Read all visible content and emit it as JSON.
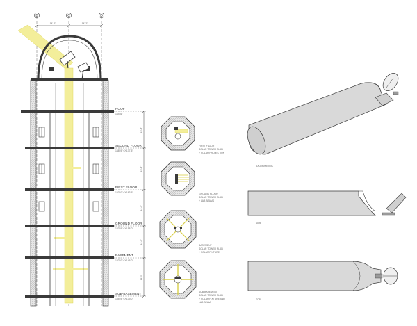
{
  "grid_markers": [
    "B",
    "C",
    "D"
  ],
  "dimensions": {
    "top_left": "14'-2\"",
    "top_right": "14'-2\"",
    "roof_to_second": "15'-9\"",
    "second_to_first": "15'-8\"",
    "first_to_ground": "11'-0\"",
    "ground_to_basement": "11'-0\"",
    "basement_to_sub": "11'-0\""
  },
  "levels": [
    {
      "name": "ROOF",
      "elev": "164'-6\""
    },
    {
      "name": "SECOND FLOOR",
      "elev": "148'-9\" C+177.5'"
    },
    {
      "name": "FIRST FLOOR",
      "elev": "153'-0\" C+163.5'"
    },
    {
      "name": "GROUND FLOOR",
      "elev": "143'-9\" C+158.0'"
    },
    {
      "name": "BASEMENT",
      "elev": "132'-0\" C+145.0'"
    },
    {
      "name": "SUB-BASEMENT",
      "elev": "155'-9\" C+139.0'"
    }
  ],
  "plans": [
    {
      "lines": [
        "FIRST FLOOR",
        "SOLAR TOWER PLAN",
        "+ SOLAR PROJECTION"
      ]
    },
    {
      "lines": [
        "GROUND FLOOR",
        "SOLAR TOWER PLAN",
        "+ LAB BEAMS"
      ]
    },
    {
      "lines": [
        "BASEMENT",
        "SOLAR TOWER PLAN",
        "+ SOLAR FIXTURE"
      ]
    },
    {
      "lines": [
        "SUB-BASEMENT",
        "SOLAR TOWER PLAN",
        "+ SOLAR FIXTURE AND",
        "LAB BEAM"
      ]
    }
  ],
  "views": {
    "axonometric": "AXONOMETRIC",
    "side": "SIDE",
    "top": "TOP"
  },
  "colors": {
    "beam": "#f3ee9a",
    "beam_edge": "#d9cf4a",
    "tube": "#d9d9d9",
    "tube_edge": "#3a3a3a",
    "wall": "#3a3a3a",
    "hatch": "#bdbdbd"
  }
}
